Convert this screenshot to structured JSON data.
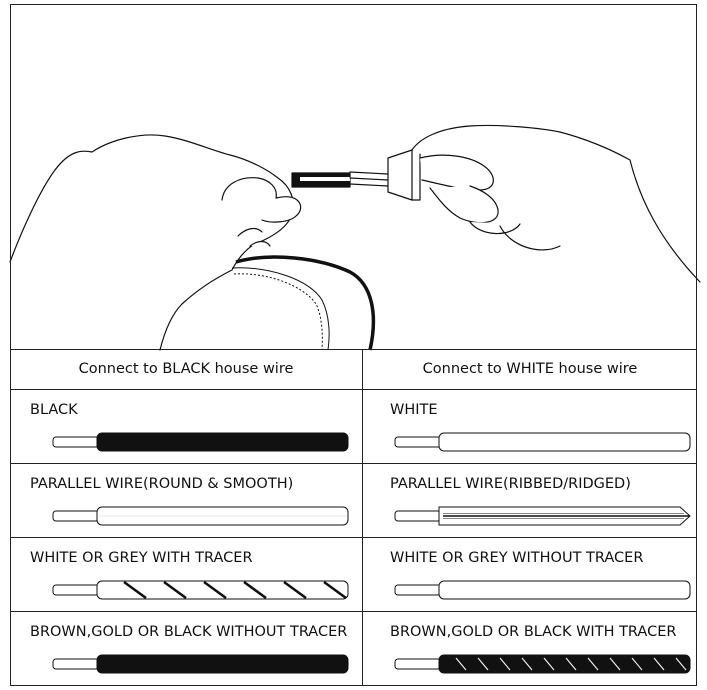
{
  "headers": {
    "left": "Connect to BLACK house wire",
    "right": "Connect to WHITE house wire"
  },
  "rows": [
    {
      "left": {
        "label": "BLACK",
        "wire": "black"
      },
      "right": {
        "label": "WHITE",
        "wire": "white"
      }
    },
    {
      "left": {
        "label": "PARALLEL WIRE(ROUND & SMOOTH)",
        "wire": "smooth"
      },
      "right": {
        "label": "PARALLEL WIRE(RIBBED/RIDGED)",
        "wire": "ribbed"
      }
    },
    {
      "left": {
        "label": "WHITE OR GREY WITH TRACER",
        "wire": "white-tracer"
      },
      "right": {
        "label": "WHITE OR GREY WITHOUT TRACER",
        "wire": "white"
      }
    },
    {
      "left": {
        "label": "BROWN,GOLD OR BLACK WITHOUT TRACER",
        "wire": "black"
      },
      "right": {
        "label": "BROWN,GOLD OR BLACK WITH TRACER",
        "wire": "black-tracer"
      }
    }
  ]
}
